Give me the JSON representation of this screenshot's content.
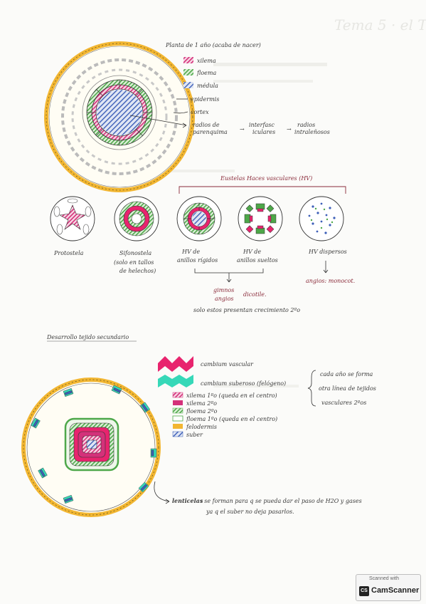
{
  "colors": {
    "cambium": "#e8246e",
    "felogeno": "#36d8b8",
    "xilema": "#d4317a",
    "floema": "#4ea84a",
    "medula": "#3d5fb8",
    "epidermis": "#f2b632",
    "ink": "#3a3a3a",
    "red_ink": "#8a2b3a"
  },
  "top": {
    "title": "Planta de 1 año (acaba de nacer)",
    "legend": [
      {
        "label": "xilema",
        "color": "#d4317a"
      },
      {
        "label": "floema",
        "color": "#4ea84a"
      },
      {
        "label": "médula",
        "color": "#3d5fb8"
      }
    ],
    "epidermis": "epidermis",
    "cortex": "cortex",
    "flow": {
      "radios_line1": "radios de",
      "radios_line2": "parenquima",
      "arrow": "→",
      "inter_line1": "interfasc",
      "inter_line2": "iculares",
      "intra_line1": "radios",
      "intra_line2": "intraleñosos"
    }
  },
  "eustelas": {
    "header": "Eustelas Haces vasculares (HV)",
    "items": [
      {
        "line1": "Protostela",
        "line2": "",
        "line3": ""
      },
      {
        "line1": "Sifonostela",
        "line2": "(solo en tallos",
        "line3": "de helechos)"
      },
      {
        "line1": "HV de",
        "line2": "anillos rígidos",
        "line3": ""
      },
      {
        "line1": "HV de",
        "line2": "anillos sueltos",
        "line3": ""
      },
      {
        "line1": "HV dispersos",
        "line2": "",
        "line3": ""
      }
    ],
    "gimnos": "gimnos",
    "angios": "angios",
    "dicotile": "dicotile.",
    "angios_mono": "angios: monocot.",
    "crecimiento": "solo estos presentan crecimiento 2ºo"
  },
  "secondary": {
    "title": "Desarrollo tejido secundario",
    "cambium_label": "cambium vascular",
    "felogeno_label": "cambium suberoso (felógeno)",
    "legend": [
      {
        "label": "xilema 1ºo (queda en el centro)",
        "color": "#d4317a",
        "pattern": "stripe"
      },
      {
        "label": "xilema 2ºo",
        "color": "#d4317a",
        "pattern": "solid"
      },
      {
        "label": "floema 2ºo",
        "color": "#4ea84a",
        "pattern": "stripe"
      },
      {
        "label": "floema 1ºo (queda en el centro)",
        "color": "#4ea84a",
        "pattern": "outline"
      },
      {
        "label": "felodermis",
        "color": "#f2b632",
        "pattern": "solid"
      },
      {
        "label": "suber",
        "color": "#3d5fb8",
        "pattern": "stripe"
      }
    ],
    "note_line1": "cada año se forma",
    "note_line2": "otra línea de tejidos",
    "note_line3": "vasculares 2ºos",
    "lenticelas_label": "lenticelas",
    "lenticelas_line1": ": se forman para q se pueda dar el paso de H2O y gases",
    "lenticelas_line2": "ya q el suber no deja pasarlos."
  },
  "scanner": {
    "top": "Scanned with",
    "logo": "CS",
    "name": "CamScanner"
  }
}
